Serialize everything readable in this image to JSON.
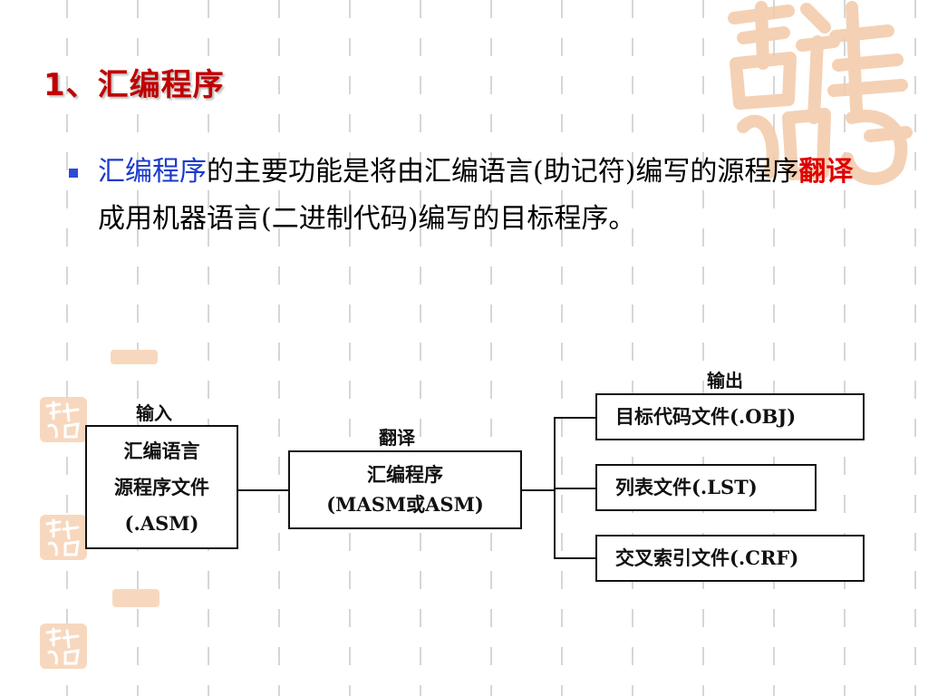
{
  "slide": {
    "title": "1、汇编程序",
    "bullet": {
      "term": "汇编程序",
      "text_part1": "的主要功能是将由汇编语言(助记符)编写的源程序",
      "key": "翻译",
      "text_part2": "成用机器语言(二进制代码)编写的目标程序。"
    }
  },
  "diagram": {
    "input_label": "输入",
    "input_box": [
      "汇编语言",
      "源程序文件",
      "(.ASM)"
    ],
    "translate_label": "翻译",
    "translate_box": [
      "汇编程序",
      "(MASM或ASM)"
    ],
    "output_label": "输出",
    "outputs": [
      "目标代码文件(.OBJ)",
      "列表文件(.LST)",
      "交叉索引文件(.CRF)"
    ]
  },
  "colors": {
    "title": "#c00000",
    "term": "#1a3acc",
    "key": "#e00000",
    "bullet": "#2b4bd6",
    "seal": "#f3c9a8"
  }
}
